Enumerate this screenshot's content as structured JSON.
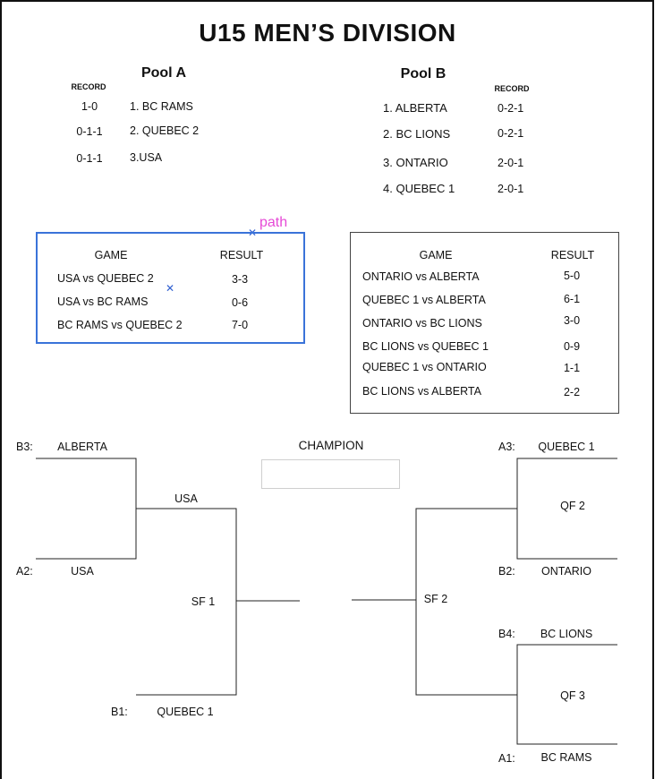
{
  "title": "U15 MEN’S DIVISION",
  "pool_a": {
    "heading": "Pool A",
    "record_label": "RECORD",
    "standings": [
      {
        "record": "1-0",
        "team": "1. BC RAMS"
      },
      {
        "record": "0-1-1",
        "team": "2. QUEBEC 2"
      },
      {
        "record": "0-1-1",
        "team": "3.USA"
      }
    ],
    "games_header": {
      "game": "GAME",
      "result": "RESULT"
    },
    "games": [
      {
        "game": "USA vs QUEBEC 2",
        "result": "3-3"
      },
      {
        "game": "USA vs BC RAMS",
        "result": "0-6"
      },
      {
        "game": "BC RAMS vs QUEBEC 2",
        "result": "7-0"
      }
    ]
  },
  "pool_b": {
    "heading": "Pool B",
    "record_label": "RECORD",
    "standings": [
      {
        "team": "1. ALBERTA",
        "record": "0-2-1"
      },
      {
        "team": "2. BC LIONS",
        "record": "0-2-1"
      },
      {
        "team": "3. ONTARIO",
        "record": "2-0-1"
      },
      {
        "team": "4. QUEBEC 1",
        "record": "2-0-1"
      }
    ],
    "games_header": {
      "game": "GAME",
      "result": "RESULT"
    },
    "games": [
      {
        "game": "ONTARIO vs ALBERTA",
        "result": "5-0"
      },
      {
        "game": "QUEBEC 1 vs ALBERTA",
        "result": "6-1"
      },
      {
        "game": "ONTARIO vs BC LIONS",
        "result": "3-0"
      },
      {
        "game": "BC LIONS vs QUEBEC 1",
        "result": "0-9"
      },
      {
        "game": "QUEBEC 1 vs ONTARIO",
        "result": "1-1"
      },
      {
        "game": "BC LIONS vs ALBERTA",
        "result": "2-2"
      }
    ]
  },
  "annotation": {
    "path_label": "path",
    "marker_icon": "x-marker-icon"
  },
  "bracket": {
    "champion_label": "CHAMPION",
    "left": {
      "seed_b3": "B3:",
      "team_b3": "ALBERTA",
      "seed_a2": "A2:",
      "team_a2": "USA",
      "winner_qf1": "USA",
      "sf1_label": "SF 1",
      "seed_b1": "B1:",
      "team_b1": "QUEBEC 1"
    },
    "right": {
      "seed_a3": "A3:",
      "team_a3": "QUEBEC 1",
      "qf2_label": "QF 2",
      "seed_b2": "B2:",
      "team_b2": "ONTARIO",
      "sf2_label": "SF 2",
      "seed_b4": "B4:",
      "team_b4": "BC LIONS",
      "qf3_label": "QF 3",
      "seed_a1": "A1:",
      "team_a1": "BC RAMS"
    }
  },
  "colors": {
    "selection_border": "#3a73d9",
    "path_label": "#e64ad6",
    "line": "#222222"
  }
}
